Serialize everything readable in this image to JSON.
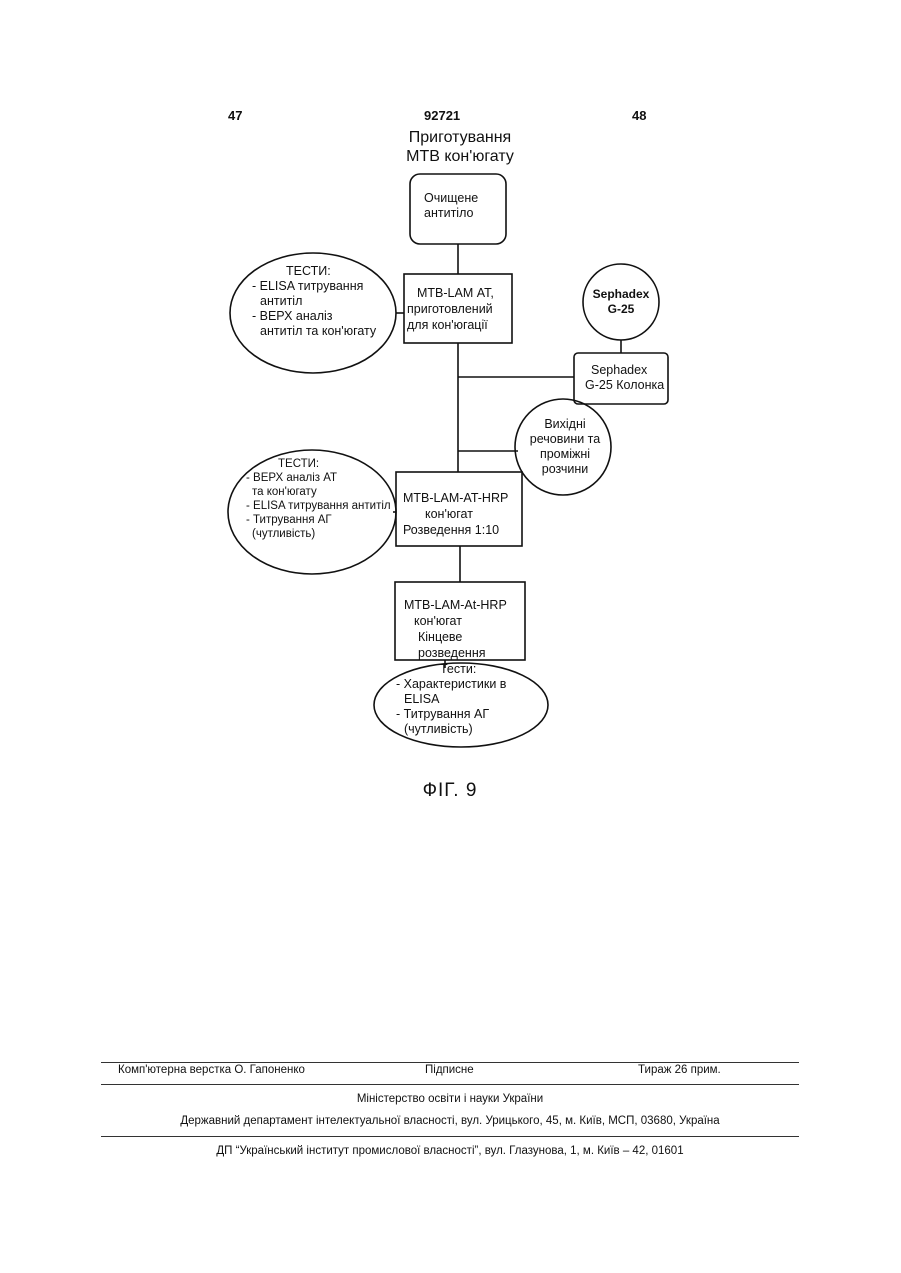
{
  "header": {
    "page_left": "47",
    "doc_number": "92721",
    "page_right": "48"
  },
  "diagram": {
    "title_line1": "Приготування",
    "title_line2": "МТВ кон'югату",
    "box_antibody": [
      "Очищене",
      "антитіло"
    ],
    "box_prepared": [
      "МТВ-LAM АТ,",
      "приготовлений",
      "для кон'югації"
    ],
    "circle_sephadex": [
      "Sephadex",
      "G-25"
    ],
    "box_column": [
      "Sephadex",
      "G-25 Колонка"
    ],
    "circle_materials": [
      "Вихідні",
      "речовини та",
      "проміжні",
      "розчини"
    ],
    "ellipse_tests1": {
      "title": "ТЕСТИ:",
      "lines": [
        "- ELISA титрування",
        "  антитіл",
        "- ВЕРХ аналіз",
        "  антитіл та кон'югату"
      ]
    },
    "ellipse_tests2": {
      "title": "ТЕСТИ:",
      "lines": [
        "- ВЕРХ аналіз АТ",
        "  та кон'югату",
        "- ELISA титрування антитіл",
        "- Титрування АГ",
        "  (чутливість)"
      ]
    },
    "box_conjugate": [
      "МТВ-LAM-AT-HRP",
      "кон'югат",
      "Розведення 1:10"
    ],
    "box_final": [
      "МТВ-LAM-At-HRP",
      "кон'югат",
      "Кінцеве",
      "розведення"
    ],
    "ellipse_tests3": {
      "title": "Тести:",
      "lines": [
        "- Характеристики в",
        "  ELISA",
        "- Титрування АГ",
        "  (чутливість)"
      ]
    },
    "figure_caption": "ФІГ. 9"
  },
  "footer": {
    "layout": "Комп'ютерна верстка О. Гапоненко",
    "signed": "Підписне",
    "circulation": "Тираж 26 прим.",
    "ministry": "Міністерство освіти і науки України",
    "department": "Державний департамент інтелектуальної власності, вул. Урицького, 45, м. Київ, МСП, 03680, Україна",
    "institute": "ДП “Український інститут промислової власності”, вул. Глазунова, 1, м. Київ – 42, 01601"
  }
}
